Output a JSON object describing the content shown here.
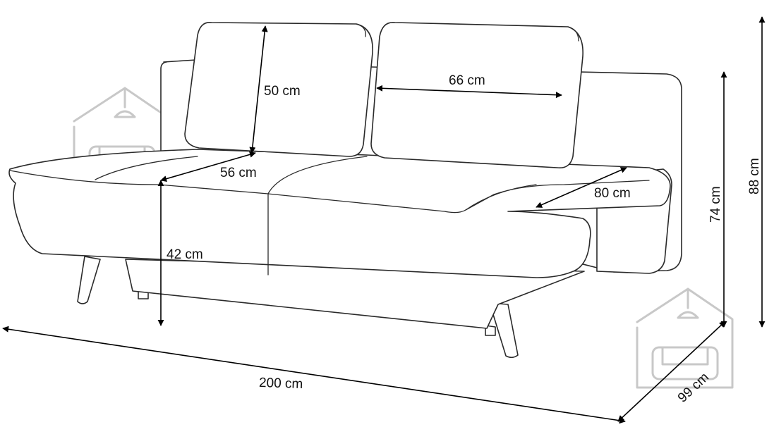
{
  "dimensions": {
    "seat_height": "42 cm",
    "seat_depth": "56 cm",
    "cushion_height": "50 cm",
    "cushion_width": "66 cm",
    "armrest_depth": "80 cm",
    "total_width": "200 cm",
    "total_depth": "99 cm",
    "backrest_height": "74 cm",
    "total_height": "88 cm"
  },
  "colors": {
    "outline": "#2a2a2a",
    "dimension": "#000000",
    "watermark": "#c8c8c8"
  },
  "icons": [
    "house-sofa-watermark-icon"
  ]
}
